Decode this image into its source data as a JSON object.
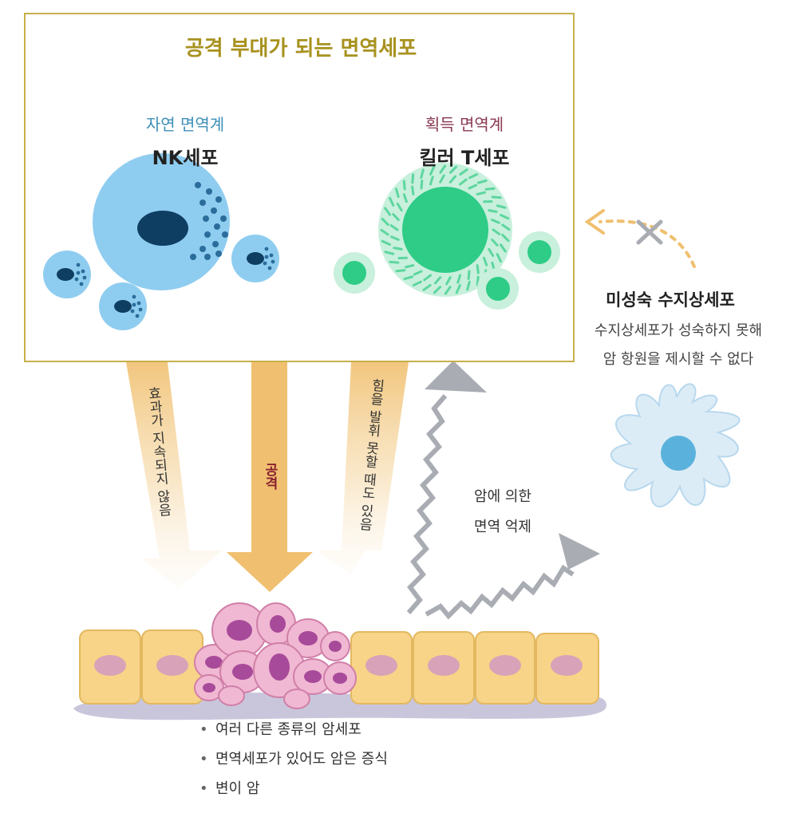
{
  "panel": {
    "title": "공격 부대가 되는 면역세포",
    "innate": {
      "subtitle": "자연 면역계",
      "cell_name": "NK세포"
    },
    "adaptive": {
      "subtitle": "획득 면역계",
      "cell_name": "킬러 T세포"
    }
  },
  "arrows": {
    "left": "효과가 지속되지 않음",
    "center": "공격",
    "right": "힘을 발휘 못할 때도 있음"
  },
  "dendritic": {
    "title": "미성숙 수지상세포",
    "desc_line1": "수지상세포가 성숙하지 못해",
    "desc_line2": "암 항원을 제시할 수 없다"
  },
  "suppression": {
    "line1": "암에 의한",
    "line2": "면역 억제"
  },
  "bullets": [
    "여러 다른 종류의 암세포",
    "면역세포가 있어도 암은 증식",
    "변이 암"
  ],
  "colors": {
    "title": "#a8921f",
    "innate": "#3d8fb8",
    "adaptive": "#8a3a52",
    "nk_cell": "#8fcdf0",
    "nk_nucleus": "#0e3f63",
    "t_cell": "#8ee0b8",
    "t_nucleus": "#2ecc86",
    "arrow": "#f0c070",
    "squiggle": "#a9adb3",
    "cancer": "#e8a7c8",
    "tissue": "#f7d487"
  }
}
